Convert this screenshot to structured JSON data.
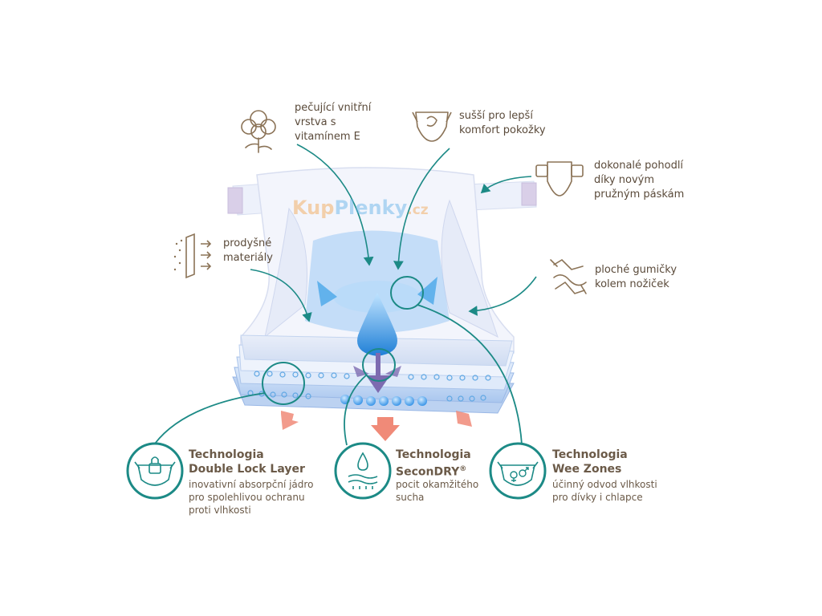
{
  "watermark": {
    "part1": "Kup",
    "part2": "Plenky",
    "part3": ".cz"
  },
  "callouts": {
    "inner_layer": "pečující vnitřní\nvrstva s\nvitamínem E",
    "dry": "sušší pro lepší\nkomfort pokožky",
    "fit": "dokonalé pohodlí\ndíky novým\npružným páskám",
    "breathable": "prodyšné\nmateriály",
    "elastic": "ploché gumičky\nkolem nožiček"
  },
  "technologies": [
    {
      "title_line1": "Technologia",
      "title_line2": "Double Lock Layer",
      "description": "inovativní absorpční jádro\npro spolehlivou ochranu\nproti vlhkosti"
    },
    {
      "title_line1": "Technologia",
      "title_line2": "SeconDRY",
      "title_mark": "®",
      "description": "pocit okamžitého\nsucha"
    },
    {
      "title_line1": "Technologia",
      "title_line2": "Wee Zones",
      "description": "účinný odvod vlhkosti\npro dívky i chlapce"
    }
  ],
  "colors": {
    "teal": "#1c8a86",
    "brown": "#8b7357",
    "text": "#5a4a3a",
    "pink": "#f08a78",
    "purple": "#7d6bb0",
    "blue": "#4aa7e8",
    "orange": "#f2a24a"
  }
}
